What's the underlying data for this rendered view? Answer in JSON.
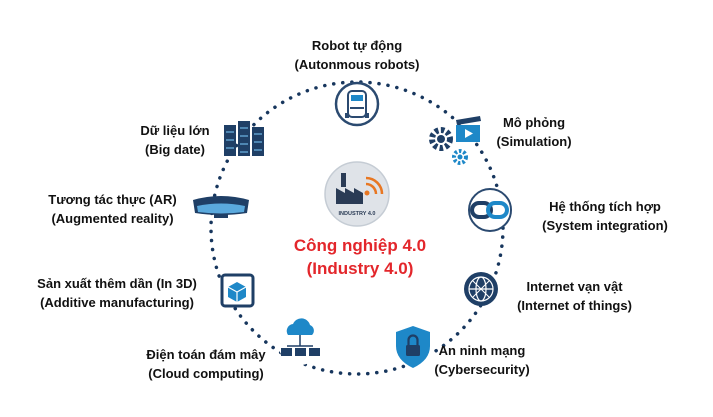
{
  "center": {
    "title_vi": "Công nghiệp 4.0",
    "title_en": "(Industry 4.0)",
    "logo_caption": "INDUSTRY 4.0",
    "logo_icon": "factory-wifi-icon"
  },
  "nodes": [
    {
      "id": "robots",
      "icon": "robot-vehicle-icon",
      "vi": "Robot tự động",
      "en": "(Autonmous robots)"
    },
    {
      "id": "simulation",
      "icon": "gear-film-icon",
      "vi": "Mô phỏng",
      "en": "(Simulation)"
    },
    {
      "id": "system-integration",
      "icon": "chain-link-icon",
      "vi": "Hệ thống tích hợp",
      "en": "(System integration)"
    },
    {
      "id": "iot",
      "icon": "network-globe-icon",
      "vi": "Internet vạn vật",
      "en": "(Internet of things)"
    },
    {
      "id": "cybersecurity",
      "icon": "shield-lock-icon",
      "vi": "An ninh mạng",
      "en": "(Cybersecurity)"
    },
    {
      "id": "cloud",
      "icon": "cloud-network-icon",
      "vi": "Điện toán đám mây",
      "en": "(Cloud computing)"
    },
    {
      "id": "additive",
      "icon": "3d-printer-icon",
      "vi": "Sản xuất thêm dần (In 3D)",
      "en": "(Additive manufacturing)"
    },
    {
      "id": "ar",
      "icon": "vr-headset-icon",
      "vi": "Tương tác thực (AR)",
      "en": "(Augmented reality)"
    },
    {
      "id": "big-data",
      "icon": "server-rack-icon",
      "vi": "Dữ liệu lớn",
      "en": "(Big date)"
    }
  ],
  "colors": {
    "ring": "#17365d",
    "icon": "#1f3f66",
    "accent": "#1e88c8",
    "title": "#e3262b",
    "logo_bg": "#dfe3e8"
  }
}
